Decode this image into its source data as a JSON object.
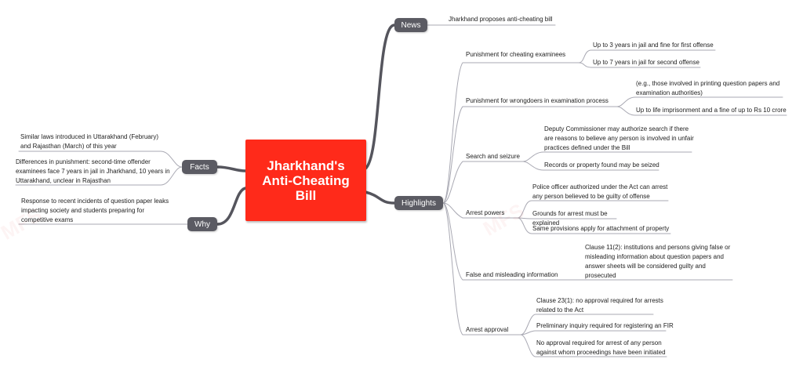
{
  "root": {
    "title": "Jharkhand's\nAnti-Cheating\nBill"
  },
  "branches": {
    "news": {
      "label": "News",
      "items": [
        "Jharkhand proposes anti-cheating bill"
      ]
    },
    "highlights": {
      "label": "Highlights",
      "topics": [
        {
          "label": "Punishment for cheating examinees",
          "items": [
            "Up to 3 years in jail and fine for first offense",
            "Up to 7 years in jail for second offense"
          ]
        },
        {
          "label": "Punishment for wrongdoers in examination process",
          "items": [
            "(e.g., those involved in printing question papers and examination authorities)",
            "Up to life imprisonment and a fine of up to Rs 10 crore"
          ]
        },
        {
          "label": "Search and seizure",
          "items": [
            "Deputy Commissioner may authorize search if there are reasons to believe any person is involved in unfair practices defined under the Bill",
            "Records or property found may be seized"
          ]
        },
        {
          "label": "Arrest powers",
          "items": [
            "Police officer authorized under the Act can arrest any person believed to be guilty of offense",
            "Grounds for arrest must be explained",
            "Same provisions apply for attachment of property"
          ]
        },
        {
          "label": "False and misleading information",
          "items": [
            "Clause 11(2): institutions and persons giving false or misleading information about question papers and answer sheets will be considered guilty and prosecuted"
          ]
        },
        {
          "label": "Arrest approval",
          "items": [
            "Clause 23(1): no approval required for arrests related to the Act",
            "Preliminary inquiry required for registering an FIR",
            "No approval required for arrest of any person against whom proceedings have been initiated"
          ]
        }
      ]
    },
    "facts": {
      "label": "Facts",
      "items": [
        "Similar laws introduced in Uttarakhand (February) and Rajasthan (March) of this year",
        "Differences in punishment: second-time offender examinees face 7 years in jail in Jharkhand, 10 years in Uttarakhand, unclear in Rajasthan"
      ]
    },
    "why": {
      "label": "Why",
      "items": [
        "Response to recent incidents of question paper leaks impacting society and students preparing for competitive exams"
      ]
    }
  },
  "colors": {
    "root": "#ff2a1a",
    "pill": "#5b5b63",
    "branch_line": "#55555d",
    "leaf_line": "#a9a9b3"
  }
}
